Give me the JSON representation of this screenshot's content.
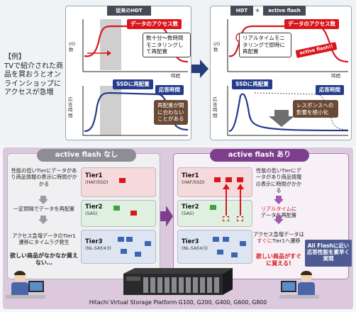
{
  "example": {
    "label": "【例】",
    "text": "TVで紹介された商品を買おうとオンラインショップにアクセスが急増"
  },
  "conventional": {
    "header": "従来のHDT",
    "access_tag": "データのアクセス数",
    "access_note": "数十分～数時間モニタリングして再配置",
    "io_label": "I/O数",
    "time_label": "時間",
    "ssd_tag": "SSDに再配置",
    "response_tag": "応答時間",
    "response_note": "再配置が間に合わないことがある",
    "response_axis": "応答時間"
  },
  "activeflash": {
    "header_hdt": "HDT",
    "header_plus": "＋",
    "header_af": "active flash",
    "access_tag": "データのアクセス数",
    "access_note": "リアルタイムモニタリングで即時に再配置",
    "af_sticker": "active flash!!",
    "io_label": "I/O数",
    "time_label": "時間",
    "ssd_tag": "SSDに再配置",
    "response_tag": "応答時間",
    "response_note": "レスポンスへの影響を極小化",
    "response_axis": "応答時間"
  },
  "bottom": {
    "without": {
      "title": "active flash なし",
      "t1": "性能の低いTierにデータがあり商品情報の表示に時間がかかる",
      "t2": "一定間隔でデータを再配置",
      "t3": "アクセス急増データのTier1遷移にタイムラグ発生",
      "t4": "欲しい商品がなかなか買えない…"
    },
    "with": {
      "title": "active flash あり",
      "t1": "性能の低いTierにデータがあり商品情報の表示に時間がかかる",
      "t2a": "リアルタイム",
      "t2b": "に",
      "t2c": "データを再配置",
      "t3a": "アクセス急増データは",
      "t3b": "すぐに",
      "t3c": "Tier1へ遷移",
      "t4": "欲しい商品がすぐに買える!"
    },
    "tiers": [
      {
        "name": "Tier1",
        "sub": "(HAF/SSD)"
      },
      {
        "name": "Tier2",
        "sub": "(SAS)"
      },
      {
        "name": "Tier3",
        "sub": "(NL-SAS※3)"
      }
    ],
    "badge": "All Flashに近い応答性能を素早く実現",
    "footer": "Hitachi Virtual Storage Platform G100, G200, G400, G600, G800",
    "colors": {
      "red": "#d9161d",
      "green": "#3aa245",
      "blue": "#3c66b2",
      "purple": "#7d3f8d",
      "gray": "#8d8d95"
    }
  }
}
